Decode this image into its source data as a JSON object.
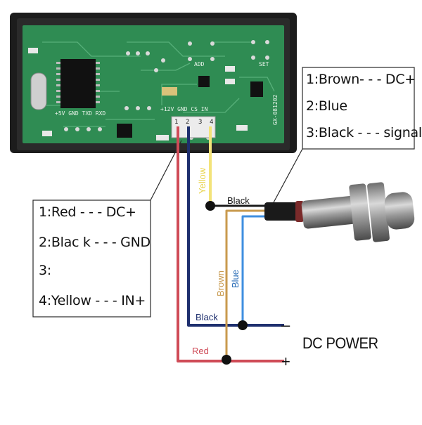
{
  "pcb": {
    "header_pins": [
      "1",
      "2",
      "3",
      "4"
    ],
    "silk_left": "+5V GND TXD RXD",
    "silk_right": "+12V GND CS IN",
    "silk_add": "ADD",
    "silk_set": "SET",
    "model": "GX-081202"
  },
  "left_legend": {
    "lines": [
      "1:Red - - - DC+",
      "2:Blac k - - - GND",
      "3:",
      "4:Yellow - - - IN+"
    ]
  },
  "right_legend": {
    "lines": [
      "1:Brown- - - DC+",
      "2:Blue",
      "3:Black - - - signal"
    ]
  },
  "wire_labels": {
    "yellow": "Yellow",
    "black_top": "Black",
    "brown": "Brown",
    "blue": "Blue",
    "black_bottom": "Black",
    "red": "Red"
  },
  "terminals": {
    "minus": "–",
    "plus": "+"
  },
  "dc_power": "DC POWER",
  "colors": {
    "red": "#cf4b57",
    "black": "#1b1b1b",
    "yellow": "#f3e37a",
    "brown": "#c89a4e",
    "blue": "#3f8fe0",
    "navy": "#1e2f6e",
    "pcb": "#2f8c53"
  }
}
